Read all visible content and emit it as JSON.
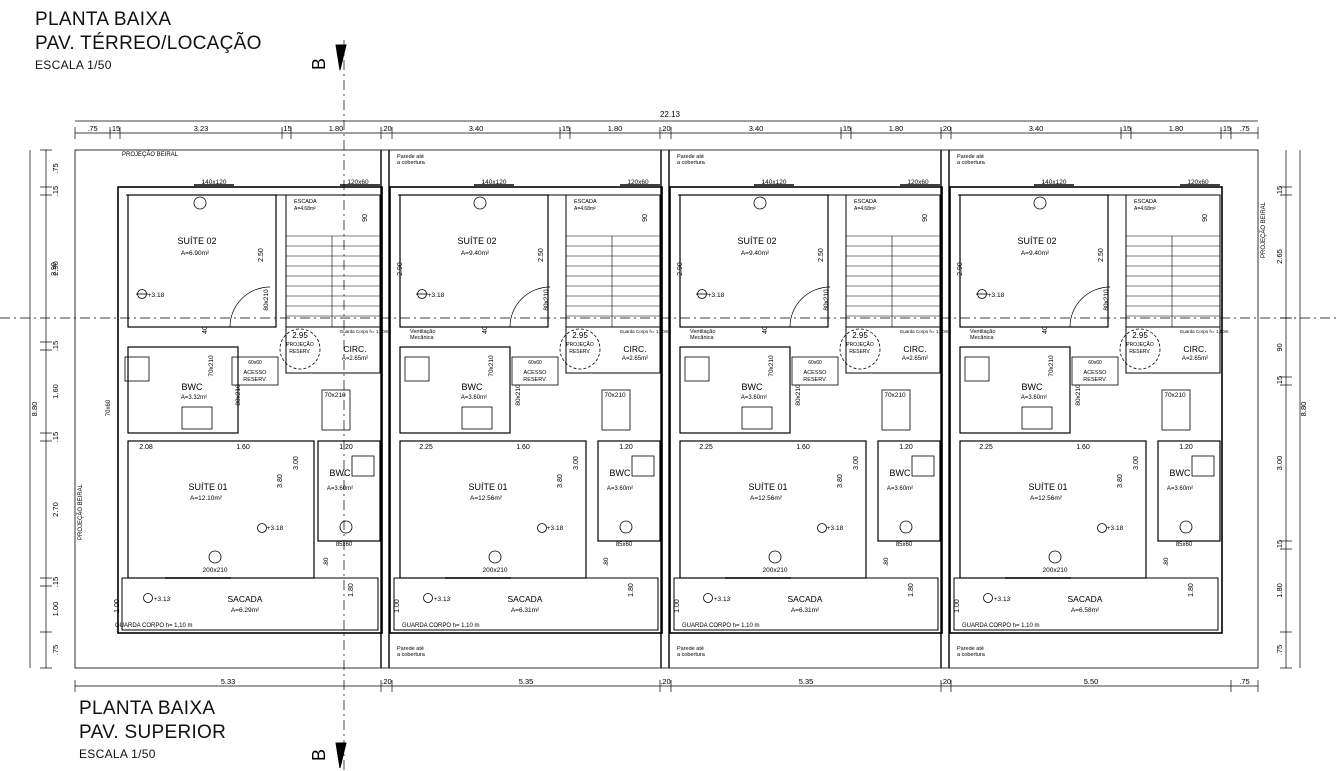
{
  "title_top": {
    "line1": "PLANTA BAIXA",
    "line2": "PAV. TÉRREO/LOCAÇÃO",
    "scale": "ESCALA 1/50"
  },
  "title_bottom": {
    "line1": "PLANTA BAIXA",
    "line2": "PAV. SUPERIOR",
    "scale": "ESCALA 1/50"
  },
  "section_mark": "B",
  "overall_width": "22.13",
  "overall_height": "8.80",
  "top_dims": [
    ".75",
    ".15",
    "3.23",
    ".15",
    "1.80",
    ".20",
    "3.40",
    ".15",
    "1.80",
    ".20",
    "3.40",
    ".15",
    "1.80",
    ".20",
    "3.40",
    ".15",
    "1.80",
    ".15",
    ".75"
  ],
  "bottom_dims": [
    "5.33",
    ".20",
    "5.35",
    ".20",
    "5.35",
    ".20",
    "5.50",
    ".75"
  ],
  "left_dims": [
    ".75",
    ".15",
    "2.90",
    ".15",
    "1.60",
    ".15",
    "2.70",
    ".15",
    "1.00",
    ".75"
  ],
  "right_dims": [
    ".15",
    "2.65",
    "90",
    ".15",
    "3.00",
    ".15",
    "1.80",
    ".75"
  ],
  "beiral_label": "PROJEÇÃO BEIRAL",
  "parede_label": "Parede até",
  "parede_label2": "a cobertura",
  "units": [
    {
      "suite2": "SUÍTE 02",
      "suite2_area": "A=6.90m²",
      "suite1": "SUÍTE 01",
      "suite1_area": "A=12.10m²",
      "bwc": "BWC",
      "bwc_area": "A=3.32m²",
      "bwc2": "BWC",
      "bwc2_area": "A=3.60m²",
      "circ": "CIRC.",
      "circ_area": "A=2.65m²",
      "sacada": "SACADA",
      "sacada_area": "A=6.29m²",
      "dim_a": "2.08",
      "dim_b": "1.60",
      "dim_c": "1.20"
    },
    {
      "suite2": "SUÍTE 02",
      "suite2_area": "A=9.40m²",
      "suite1": "SUÍTE 01",
      "suite1_area": "A=12.56m²",
      "bwc": "BWC",
      "bwc_area": "A=3.60m²",
      "bwc2": "BWC",
      "bwc2_area": "A=3.60m²",
      "circ": "CIRC.",
      "circ_area": "A=2.65m²",
      "sacada": "SACADA",
      "sacada_area": "A=6.31m²",
      "dim_a": "2.25",
      "dim_b": "1.60",
      "dim_c": "1.20"
    },
    {
      "suite2": "SUÍTE 02",
      "suite2_area": "A=9.40m²",
      "suite1": "SUÍTE 01",
      "suite1_area": "A=12.56m²",
      "bwc": "BWC",
      "bwc_area": "A=3.60m²",
      "bwc2": "BWC",
      "bwc2_area": "A=3.60m²",
      "circ": "CIRC.",
      "circ_area": "A=2.65m²",
      "sacada": "SACADA",
      "sacada_area": "A=6.31m²",
      "dim_a": "2.25",
      "dim_b": "1.60",
      "dim_c": "1.20"
    },
    {
      "suite2": "SUÍTE 02",
      "suite2_area": "A=9.40m²",
      "suite1": "SUÍTE 01",
      "suite1_area": "A=12.56m²",
      "bwc": "BWC",
      "bwc_area": "A=3.60m²",
      "bwc2": "BWC",
      "bwc2_area": "A=3.60m²",
      "circ": "CIRC.",
      "circ_area": "A=2.65m²",
      "sacada": "SACADA",
      "sacada_area": "A=6.58m²",
      "dim_a": "2.25",
      "dim_b": "1.60",
      "dim_c": "1.20"
    }
  ],
  "common": {
    "window_top": "140x120",
    "window_stair": "120x60",
    "door_suite": "80x210",
    "door_bwc": "70x210",
    "door_ext": "200x210",
    "door_small": "85x60",
    "escada": "ESCADA",
    "escada_area": "A=4.68m²",
    "projecao": "PROJEÇÃO",
    "reserv": "RESERV.",
    "reserv_dim": "2.95",
    "acesso": "ACESSO",
    "guarda_corpo": "GUARDA CORPO h= 1,10 m",
    "guarda_corpo_small": "Guarda Corpo h= 1,10m",
    "ventilacao": "Ventilação",
    "mecanica": "Mecânica",
    "level_suite": "+3.18",
    "level_sacada": "+3.13",
    "dim_250": "2.50",
    "dim_290": "2.90",
    "dim_300": "3.00",
    "dim_380": "3.80",
    "dim_180": "1.80",
    "dim_100": "1.00",
    "dim_90": "90",
    "dim_80": ".80",
    "dim_40": "40",
    "dim_70x60": "70x60",
    "dim_60x60": "60x60"
  }
}
